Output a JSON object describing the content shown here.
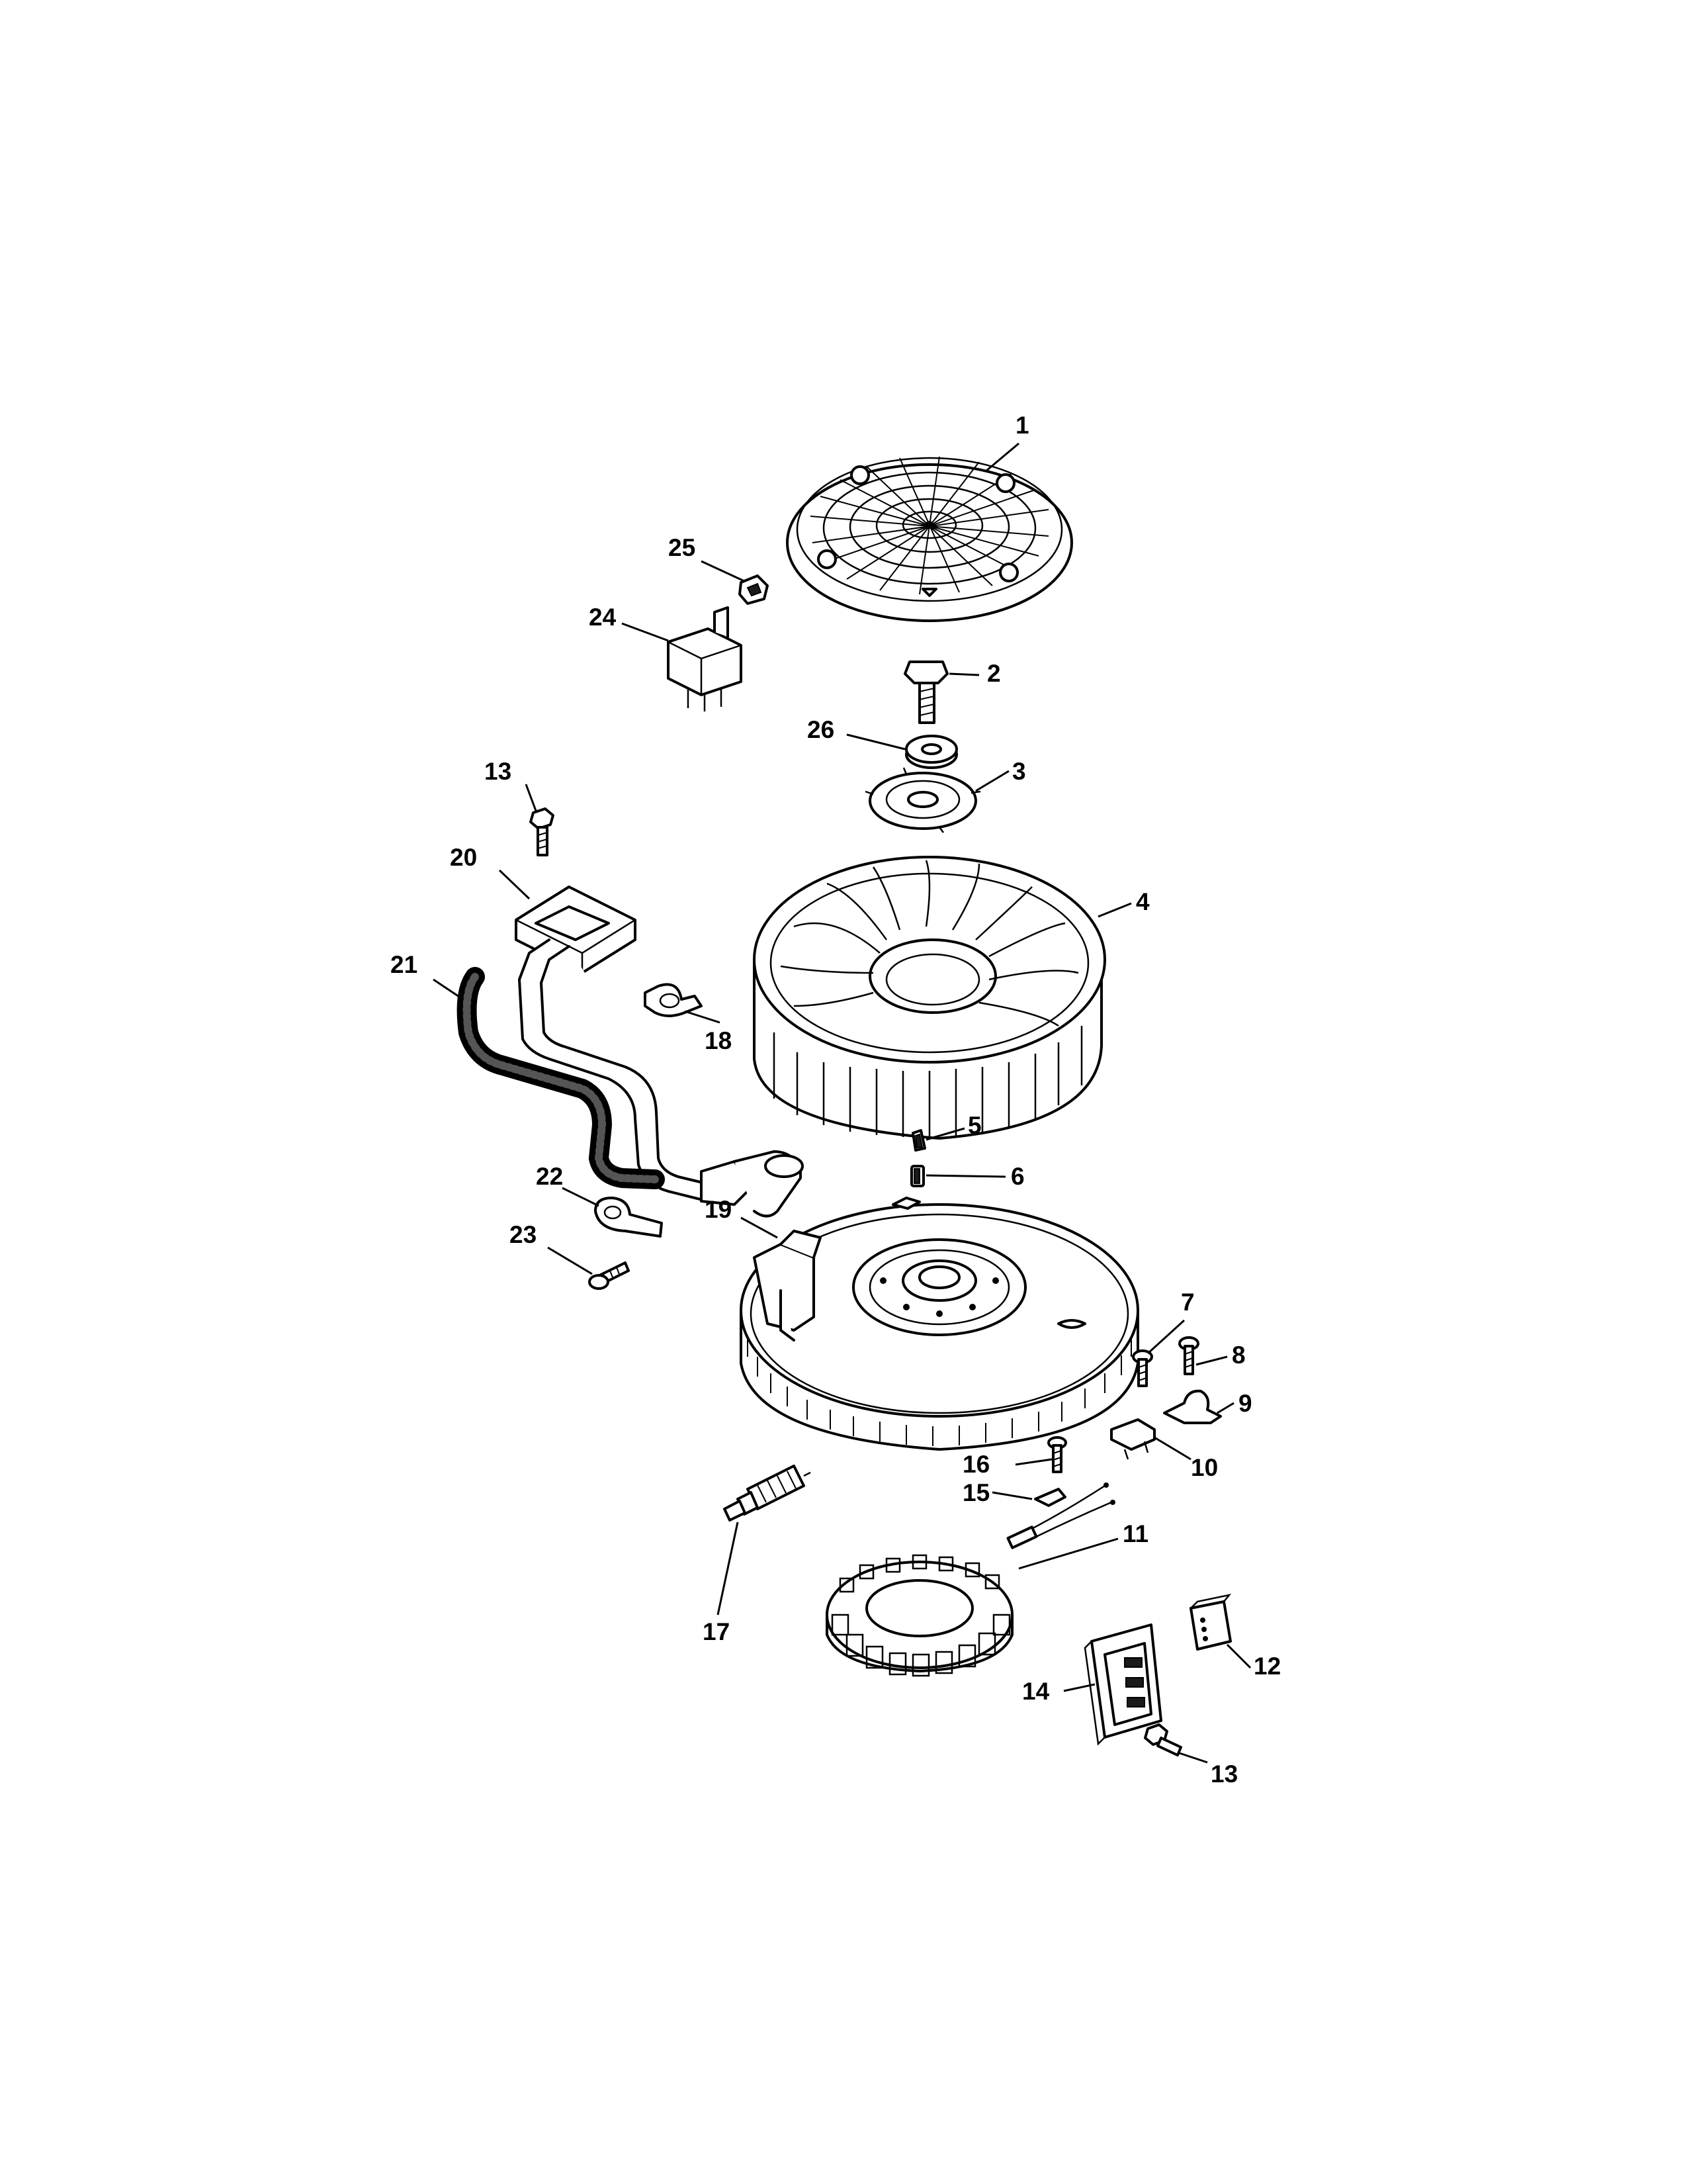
{
  "colors": {
    "ink": "#000000",
    "background": "#ffffff"
  },
  "callouts": [
    {
      "id": "c1",
      "label": "1"
    },
    {
      "id": "c2",
      "label": "2"
    },
    {
      "id": "c3",
      "label": "3"
    },
    {
      "id": "c4",
      "label": "4"
    },
    {
      "id": "c5",
      "label": "5"
    },
    {
      "id": "c6",
      "label": "6"
    },
    {
      "id": "c7",
      "label": "7"
    },
    {
      "id": "c8",
      "label": "8"
    },
    {
      "id": "c9",
      "label": "9"
    },
    {
      "id": "c10",
      "label": "10"
    },
    {
      "id": "c11",
      "label": "11"
    },
    {
      "id": "c12",
      "label": "12"
    },
    {
      "id": "c13a",
      "label": "13"
    },
    {
      "id": "c13b",
      "label": "13"
    },
    {
      "id": "c14",
      "label": "14"
    },
    {
      "id": "c15",
      "label": "15"
    },
    {
      "id": "c16",
      "label": "16"
    },
    {
      "id": "c17",
      "label": "17"
    },
    {
      "id": "c18",
      "label": "18"
    },
    {
      "id": "c19",
      "label": "19"
    },
    {
      "id": "c20",
      "label": "20"
    },
    {
      "id": "c21",
      "label": "21"
    },
    {
      "id": "c22",
      "label": "22"
    },
    {
      "id": "c23",
      "label": "23"
    },
    {
      "id": "c24",
      "label": "24"
    },
    {
      "id": "c25",
      "label": "25"
    },
    {
      "id": "c26",
      "label": "26"
    }
  ]
}
